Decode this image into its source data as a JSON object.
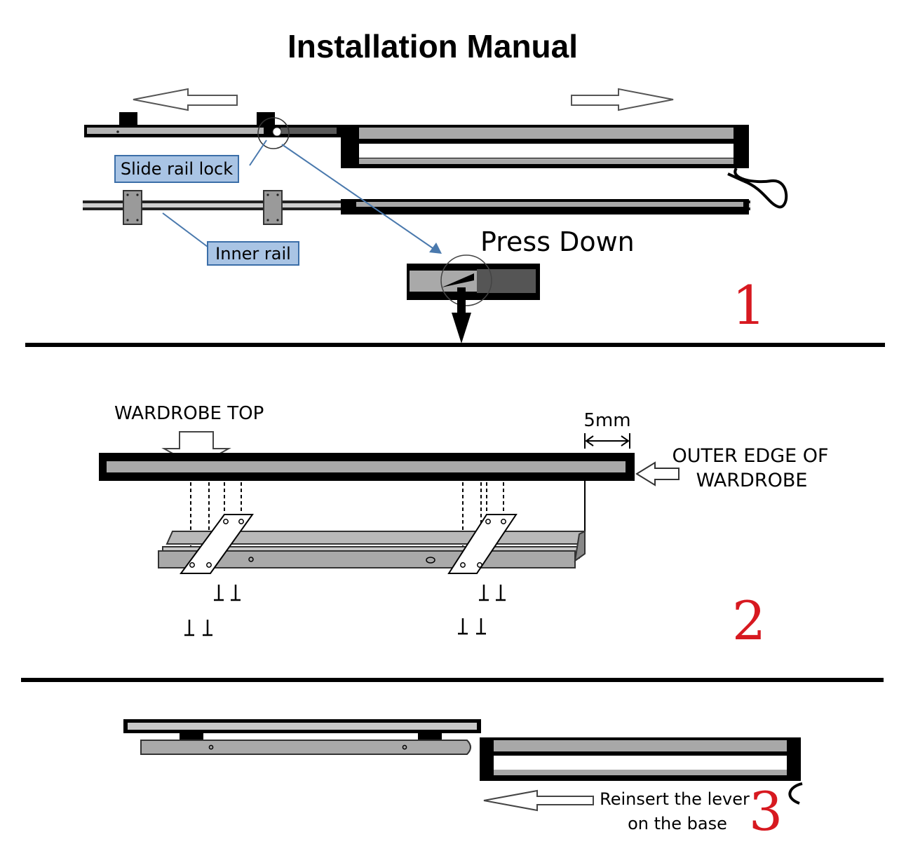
{
  "title": "Installation Manual",
  "step1": {
    "slide_rail_lock": "Slide rail lock",
    "inner_rail": "Inner rail",
    "press_down": "Press Down",
    "number": "1"
  },
  "step2": {
    "wardrobe_top": "WARDROBE TOP",
    "gap": "5mm",
    "outer_edge_line1": "OUTER EDGE OF",
    "outer_edge_line2": "WARDROBE",
    "number": "2"
  },
  "step3": {
    "reinsert_line1": "Reinsert the lever",
    "reinsert_line2": "on the base",
    "number": "3"
  },
  "colors": {
    "label_box_fill": "#a9c4e4",
    "label_box_stroke": "#3b6ea8",
    "leader_line": "#4a79ad",
    "step_number": "#d71920",
    "rail_gray": "#9a9a9a"
  }
}
